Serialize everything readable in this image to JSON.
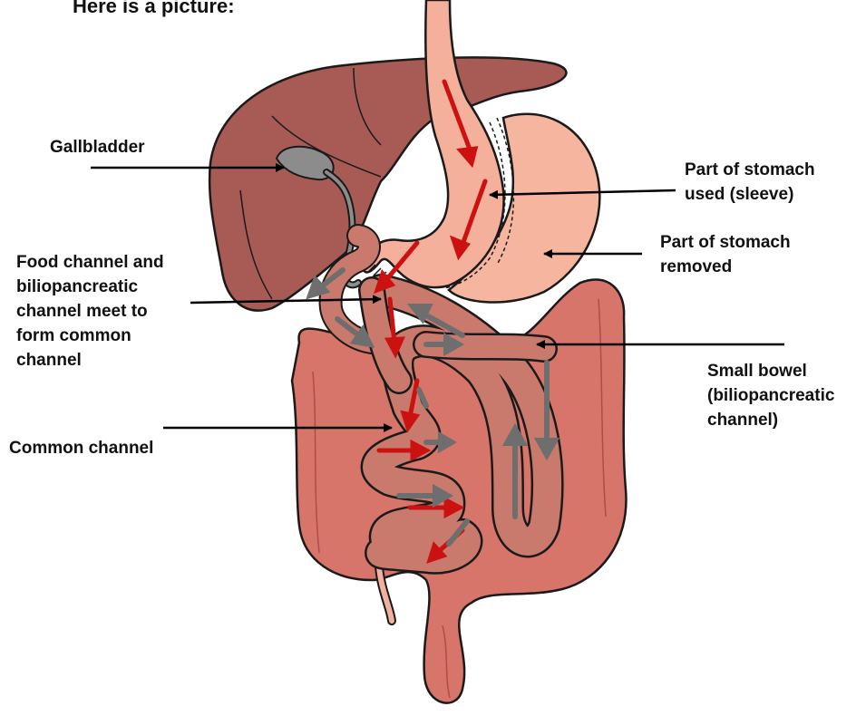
{
  "heading": "Here is a picture:",
  "labels": {
    "gallbladder": "Gallbladder",
    "sleeve": [
      "Part of stomach",
      "used (sleeve)"
    ],
    "removed": [
      "Part of stomach",
      "removed"
    ],
    "meet": [
      "Food channel and",
      "biliopancreatic",
      "channel meet to",
      "form common",
      "channel"
    ],
    "small_bowel": [
      "Small bowel",
      "(biliopancreatic",
      "channel)"
    ],
    "common_channel": "Common channel"
  },
  "colors": {
    "liver": "#a85a55",
    "stomach_sleeve": "#f4b09a",
    "stomach_removed": "#f6b59e",
    "colon": "#d8756a",
    "small_bowel": "#c97a6c",
    "gallbladder": "#8c8c8c",
    "food_arrow": "#cc1111",
    "bile_arrow": "#6e6e6e",
    "pointer": "#000000"
  }
}
